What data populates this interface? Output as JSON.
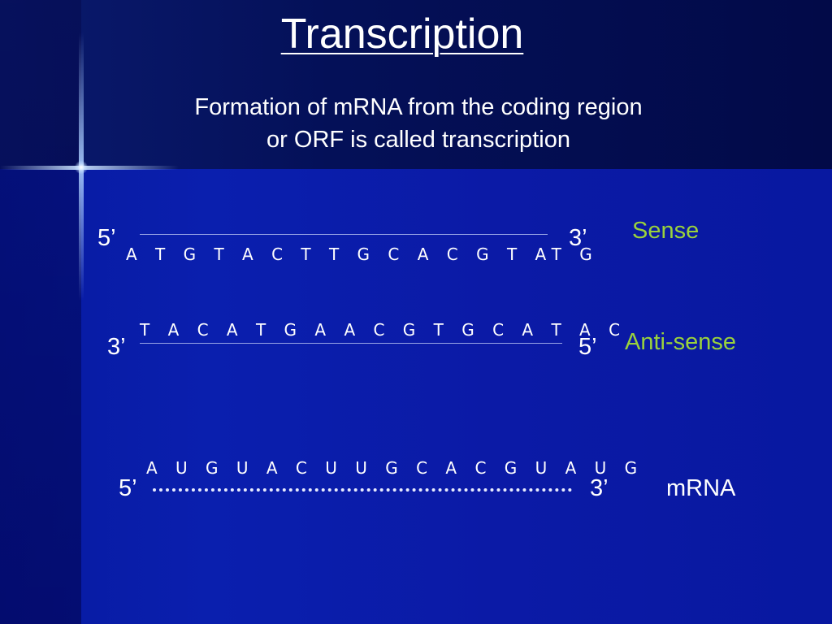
{
  "slide": {
    "title": "Transcription",
    "subtitle_line1": "Formation of mRNA from the coding region",
    "subtitle_line2": "or ORF is called transcription"
  },
  "sense": {
    "left_end": "5’",
    "right_end": "3’",
    "sequence": "A T G T A C T T G C A C G T AT G",
    "label": "Sense",
    "label_color": "#9ad23c"
  },
  "antisense": {
    "left_end": "3’",
    "right_end": "5’",
    "sequence": "T A C A T G A A C G T G C A T A C",
    "label": "Anti-sense",
    "label_color": "#9ad23c"
  },
  "mrna": {
    "left_end": "5’",
    "right_end": "3’",
    "sequence": "A U G U A C U U G C A C G U A U G",
    "label": "mRNA"
  },
  "colors": {
    "background_top": "#041058",
    "background_bottom": "#0a1fae",
    "text": "#ffffff",
    "strand_label": "#9ad23c"
  }
}
